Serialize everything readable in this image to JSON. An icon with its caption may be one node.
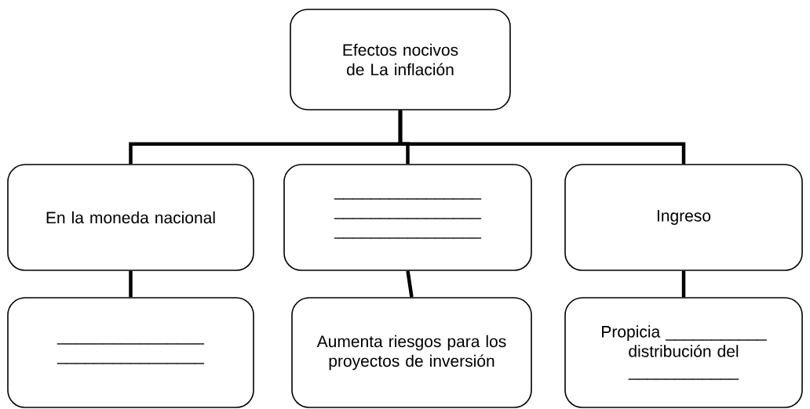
{
  "diagram": {
    "nodes": [
      {
        "text": [
          "Efectos nocivos de La inflación"
        ]
      },
      {
        "text": [
          "En la moneda nacional"
        ]
      },
      {
        "text": [
          "________________",
          "________________",
          "________________"
        ]
      },
      {
        "text": [
          "Ingreso"
        ]
      },
      {
        "text": [
          "________________",
          "________________"
        ]
      },
      {
        "text": [
          "Aumenta riesgos para los proyectos de inversión"
        ]
      },
      {
        "text": [
          "Propicia ___________ distribución del ____________"
        ]
      }
    ],
    "edges": [
      {
        "from": 0,
        "to": 1,
        "arrow": "none"
      },
      {
        "from": 0,
        "to": 2,
        "arrow": "none"
      },
      {
        "from": 0,
        "to": 3,
        "arrow": "none"
      },
      {
        "from": 1,
        "to": 4,
        "arrow": "none"
      },
      {
        "from": 2,
        "to": 5,
        "arrow": "none"
      },
      {
        "from": 3,
        "to": 6,
        "arrow": "none"
      }
    ]
  }
}
